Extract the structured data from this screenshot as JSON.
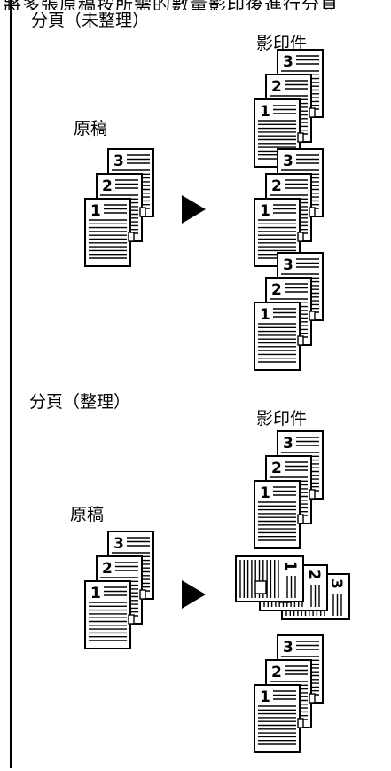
{
  "top_strip_text": "將多張原稿按所需的數量影印後進行分頁",
  "section_uncollated": {
    "title": "分頁（未整理）",
    "originals_label": "原稿",
    "copies_label": "影印件"
  },
  "section_collated": {
    "title": "分頁（整理）",
    "originals_label": "原稿",
    "copies_label": "影印件"
  },
  "arrow_icon": "right-triangle-arrow-icon",
  "colors": {
    "ink": "#000000",
    "paper": "#ffffff"
  }
}
